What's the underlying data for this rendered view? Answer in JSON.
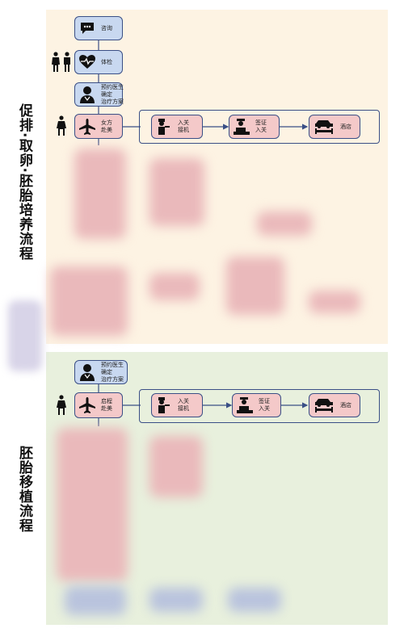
{
  "sections": {
    "top_label": "促排·取卵·胚胎培养流程",
    "bottom_label": "胚胎移植流程"
  },
  "top_flow": {
    "consult": "咨询",
    "checkup": "体检",
    "doctor": "预约医生\n确定\n治疗方案",
    "fly": "女方\n赴美",
    "arrival": "入关\n接机",
    "visa": "签证\n入关",
    "hotel": "酒店"
  },
  "bottom_flow": {
    "doctor": "预约医生\n确定\n治疗方案",
    "fly": "启程\n赴美",
    "arrival": "入关\n接机",
    "visa": "签证\n入关",
    "hotel": "酒店"
  },
  "colors": {
    "top_panel": "#fdf3e3",
    "bottom_panel": "#e8f0dd",
    "node_blue": "#c8d8f0",
    "node_pink": "#f4c9c9",
    "border": "#3a4f86"
  }
}
